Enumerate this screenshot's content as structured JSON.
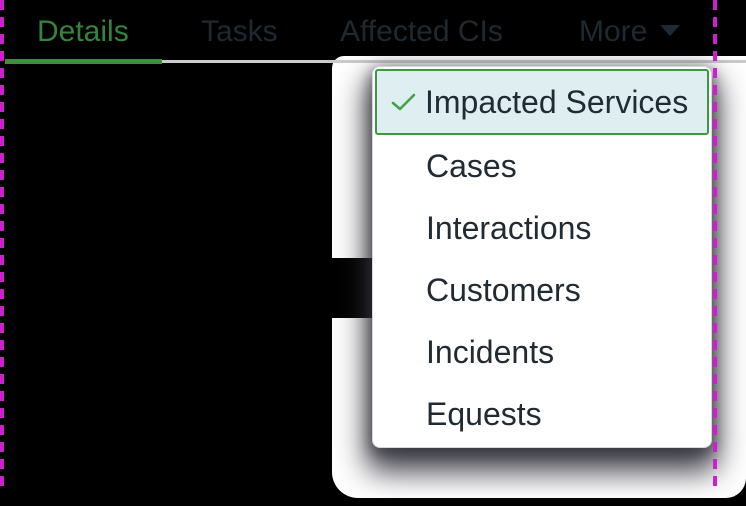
{
  "tabs": {
    "items": [
      {
        "label": "Details",
        "active": true
      },
      {
        "label": "Tasks",
        "active": false
      },
      {
        "label": "Affected CIs",
        "active": false
      },
      {
        "label": "More",
        "active": false,
        "has_caret": true
      }
    ]
  },
  "dropdown": {
    "items": [
      {
        "label": "Impacted Services",
        "selected": true
      },
      {
        "label": "Cases",
        "selected": false
      },
      {
        "label": "Interactions",
        "selected": false
      },
      {
        "label": "Customers",
        "selected": false
      },
      {
        "label": "Incidents",
        "selected": false
      },
      {
        "label": "Equests",
        "selected": false
      }
    ]
  },
  "icons": {
    "check": "check-icon",
    "caret": "caret-down-icon"
  },
  "colors": {
    "active_tab_green": "#37833b",
    "underline_green": "#3c9040",
    "tab_text_dark": "#1f2931",
    "selected_item_bg": "#deeef1",
    "selected_item_border": "#3d9a41",
    "check_green": "#44a148",
    "divider_gray": "#c9cbcd",
    "annotation_magenta": "#ce1fce",
    "background": "#000000"
  }
}
